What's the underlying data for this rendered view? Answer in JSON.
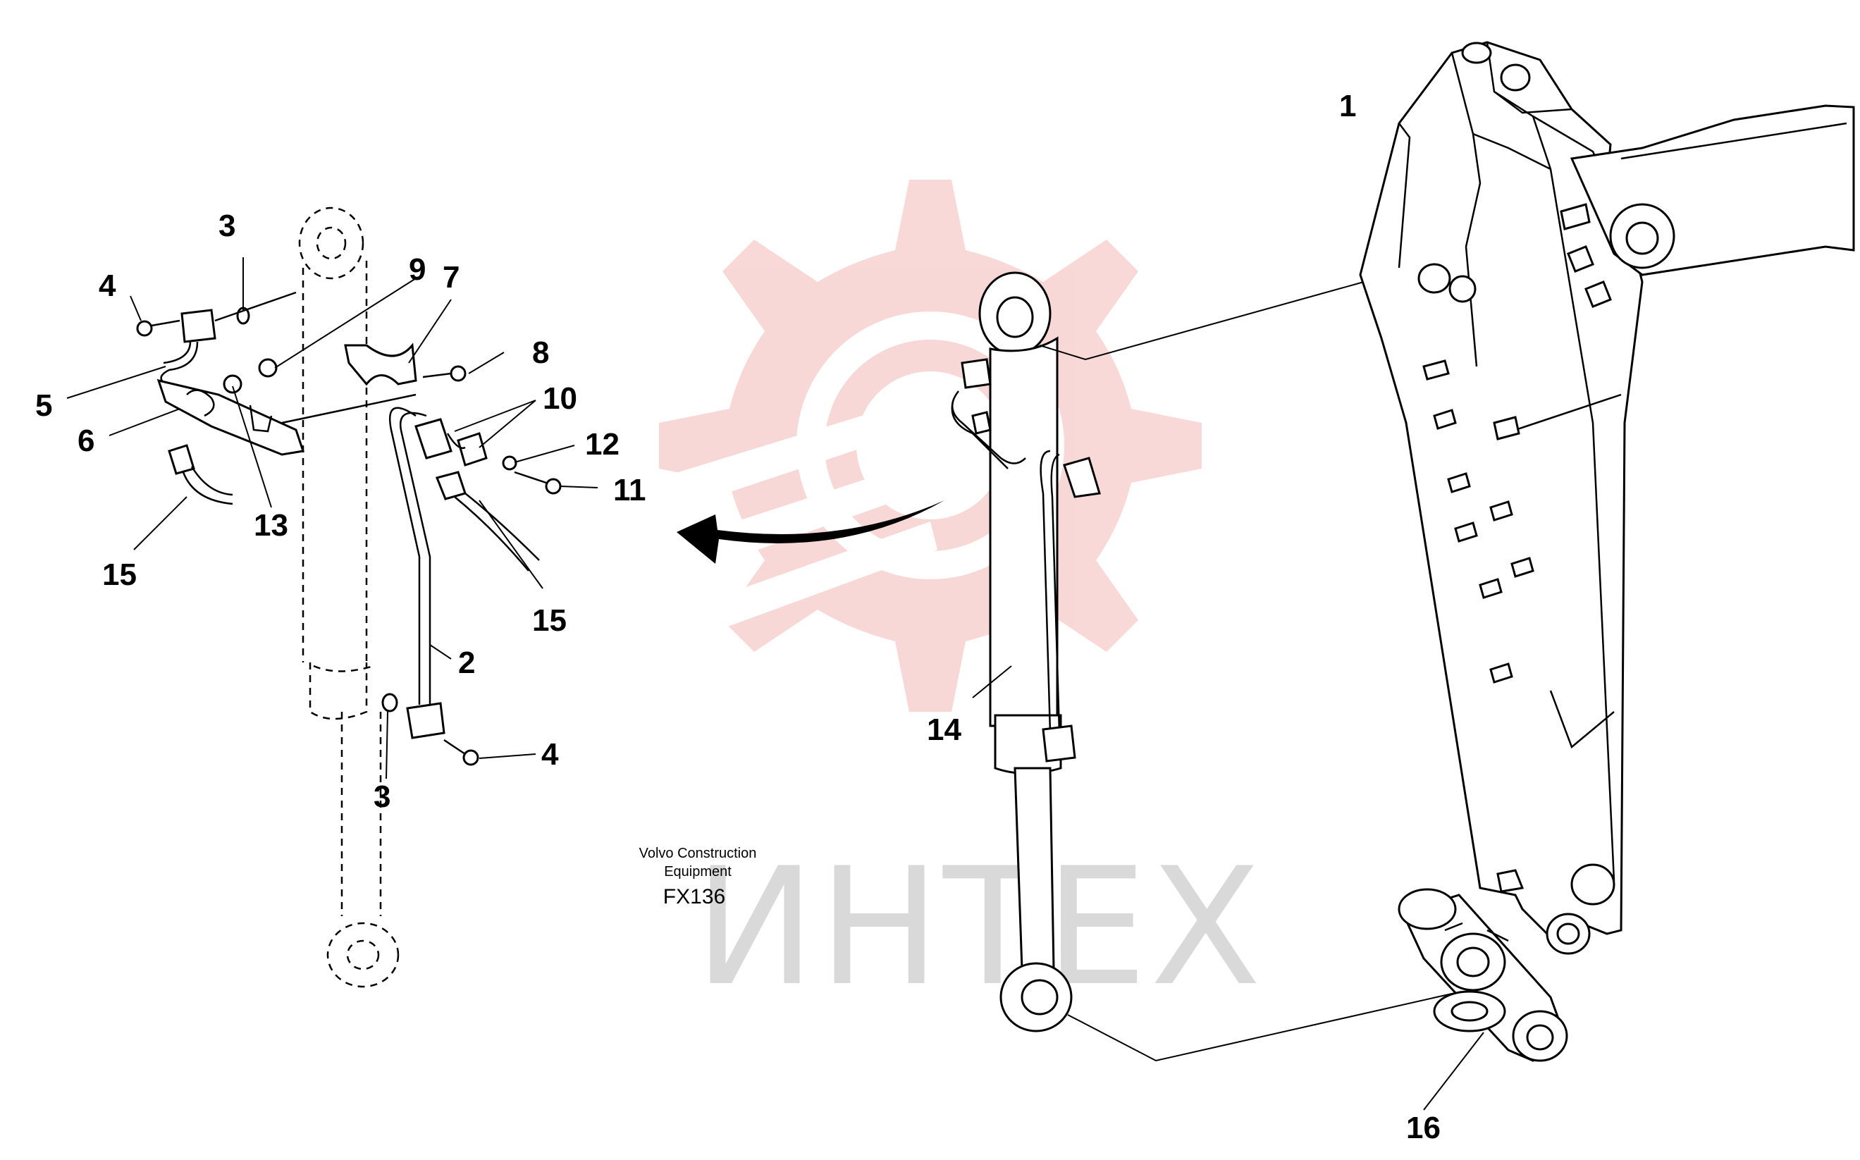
{
  "watermark": {
    "text": "ИНТЕХ",
    "color": "#f4b8b8",
    "gray": "#d9d9d9"
  },
  "caption": {
    "line1": "Volvo Construction",
    "line2": "Equipment",
    "code": "FX136"
  },
  "callouts": {
    "c1": "1",
    "c2": "2",
    "c3a": "3",
    "c3b": "3",
    "c4a": "4",
    "c4b": "4",
    "c5": "5",
    "c6": "6",
    "c7": "7",
    "c8": "8",
    "c9": "9",
    "c10": "10",
    "c11": "11",
    "c12": "12",
    "c13": "13",
    "c14": "14",
    "c15a": "15",
    "c15b": "15",
    "c16": "16"
  }
}
